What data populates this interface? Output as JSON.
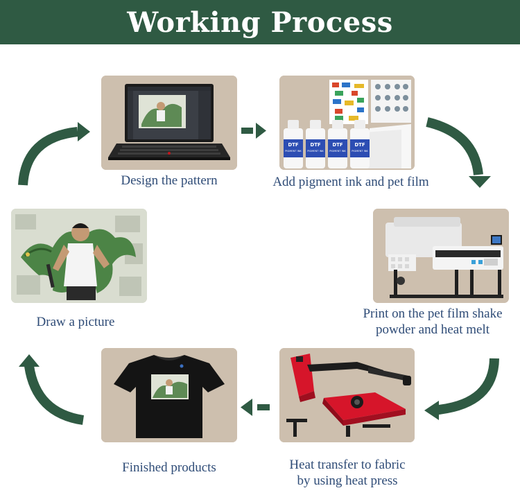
{
  "header": {
    "title": "Working Process"
  },
  "colors": {
    "banner": "#2f5a43",
    "arrow": "#2f5a43",
    "caption": "#2f4c77",
    "card": "#cdbfae"
  },
  "steps": [
    {
      "id": "design",
      "label": "Design the pattern"
    },
    {
      "id": "ink-film",
      "label": "Add pigment ink and pet film"
    },
    {
      "id": "print",
      "label": "Print on the pet film shake\npowder and heat melt"
    },
    {
      "id": "heat",
      "label": "Heat transfer to fabric\nby using heat press"
    },
    {
      "id": "finished",
      "label": "Finished products"
    },
    {
      "id": "draw",
      "label": "Draw a picture"
    }
  ],
  "bottles": {
    "brand": "DTF",
    "subtitle": "PIGMENT INK"
  }
}
